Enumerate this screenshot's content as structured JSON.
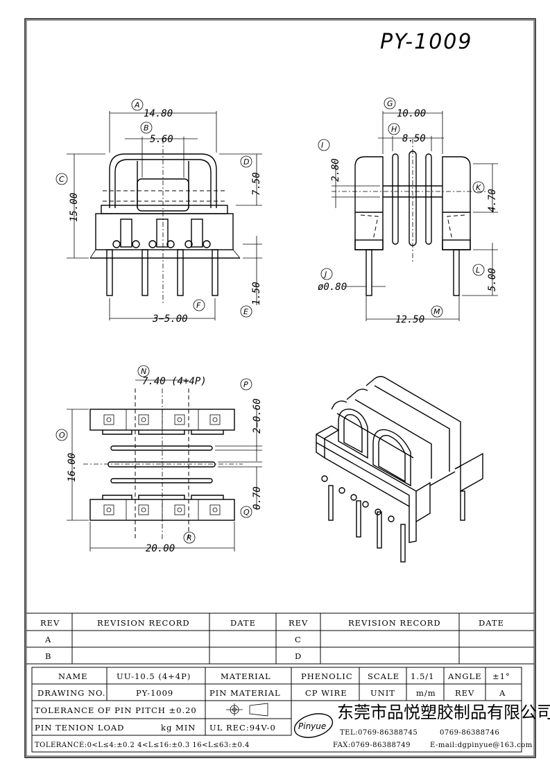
{
  "part_number": "PY-1009",
  "dimensions": {
    "A": {
      "letter": "A",
      "value": "14.80"
    },
    "B": {
      "letter": "B",
      "value": "5.60"
    },
    "C": {
      "letter": "C",
      "value": "15.00"
    },
    "D": {
      "letter": "D",
      "value": "7.50"
    },
    "E": {
      "letter": "E",
      "value": "1.50"
    },
    "F": {
      "letter": "F",
      "value": "3−5.00"
    },
    "G": {
      "letter": "G",
      "value": "10.00"
    },
    "H": {
      "letter": "H",
      "value": "8.50"
    },
    "I": {
      "letter": "I",
      "value": "2.80"
    },
    "J": {
      "letter": "J",
      "value": "ø0.80"
    },
    "K": {
      "letter": "K",
      "value": "4.70"
    },
    "L": {
      "letter": "L",
      "value": "5.00"
    },
    "M": {
      "letter": "M",
      "value": "12.50"
    },
    "N": {
      "letter": "N",
      "value": "7.40 (4+4P)"
    },
    "O": {
      "letter": "O",
      "value": "16.00"
    },
    "P": {
      "letter": "P",
      "value": "2−0.60"
    },
    "Q": {
      "letter": "Q",
      "value": "0.70"
    },
    "R": {
      "letter": "R",
      "value": "20.00"
    }
  },
  "revision_table": {
    "headers": {
      "rev": "REV",
      "record": "REVISION RECORD",
      "date": "DATE"
    },
    "left_revs": [
      "A",
      "B"
    ],
    "right_revs": [
      "C",
      "D"
    ]
  },
  "title_block": {
    "name_label": "NAME",
    "name_value": "UU-10.5 (4+4P)",
    "material_label": "MATERIAL",
    "material_value": "PHENOLIC",
    "scale_label": "SCALE",
    "scale_value": "1.5/1",
    "angle_label": "ANGLE",
    "angle_value": "±1°",
    "drawing_no_label": "DRAWING NO.",
    "drawing_no_value": "PY-1009",
    "pin_material_label": "PIN MATERIAL",
    "pin_material_value": "CP WIRE",
    "unit_label": "UNIT",
    "unit_value": "m/m",
    "rev_label": "REV",
    "rev_value": "A",
    "tolerance_pitch": "TOLERANCE OF PIN PITCH ±0.20",
    "pin_tension": "PIN TENION LOAD",
    "pin_tension_value": "kg MIN",
    "ul_rec": "UL REC:94V-0",
    "tolerance_note": "TOLERANCE:0<L≤4:±0.2   4<L≤16:±0.3   16<L≤63:±0.4"
  },
  "company": {
    "logo_text": "Pinyue",
    "name_cn": "东莞市品悦塑胶制品有限公司",
    "tel": "TEL:0769-86388745",
    "tel2": "0769-86388746",
    "fax": "FAX:0769-86388749",
    "email": "E-mail:dgpinyue@163.com"
  }
}
